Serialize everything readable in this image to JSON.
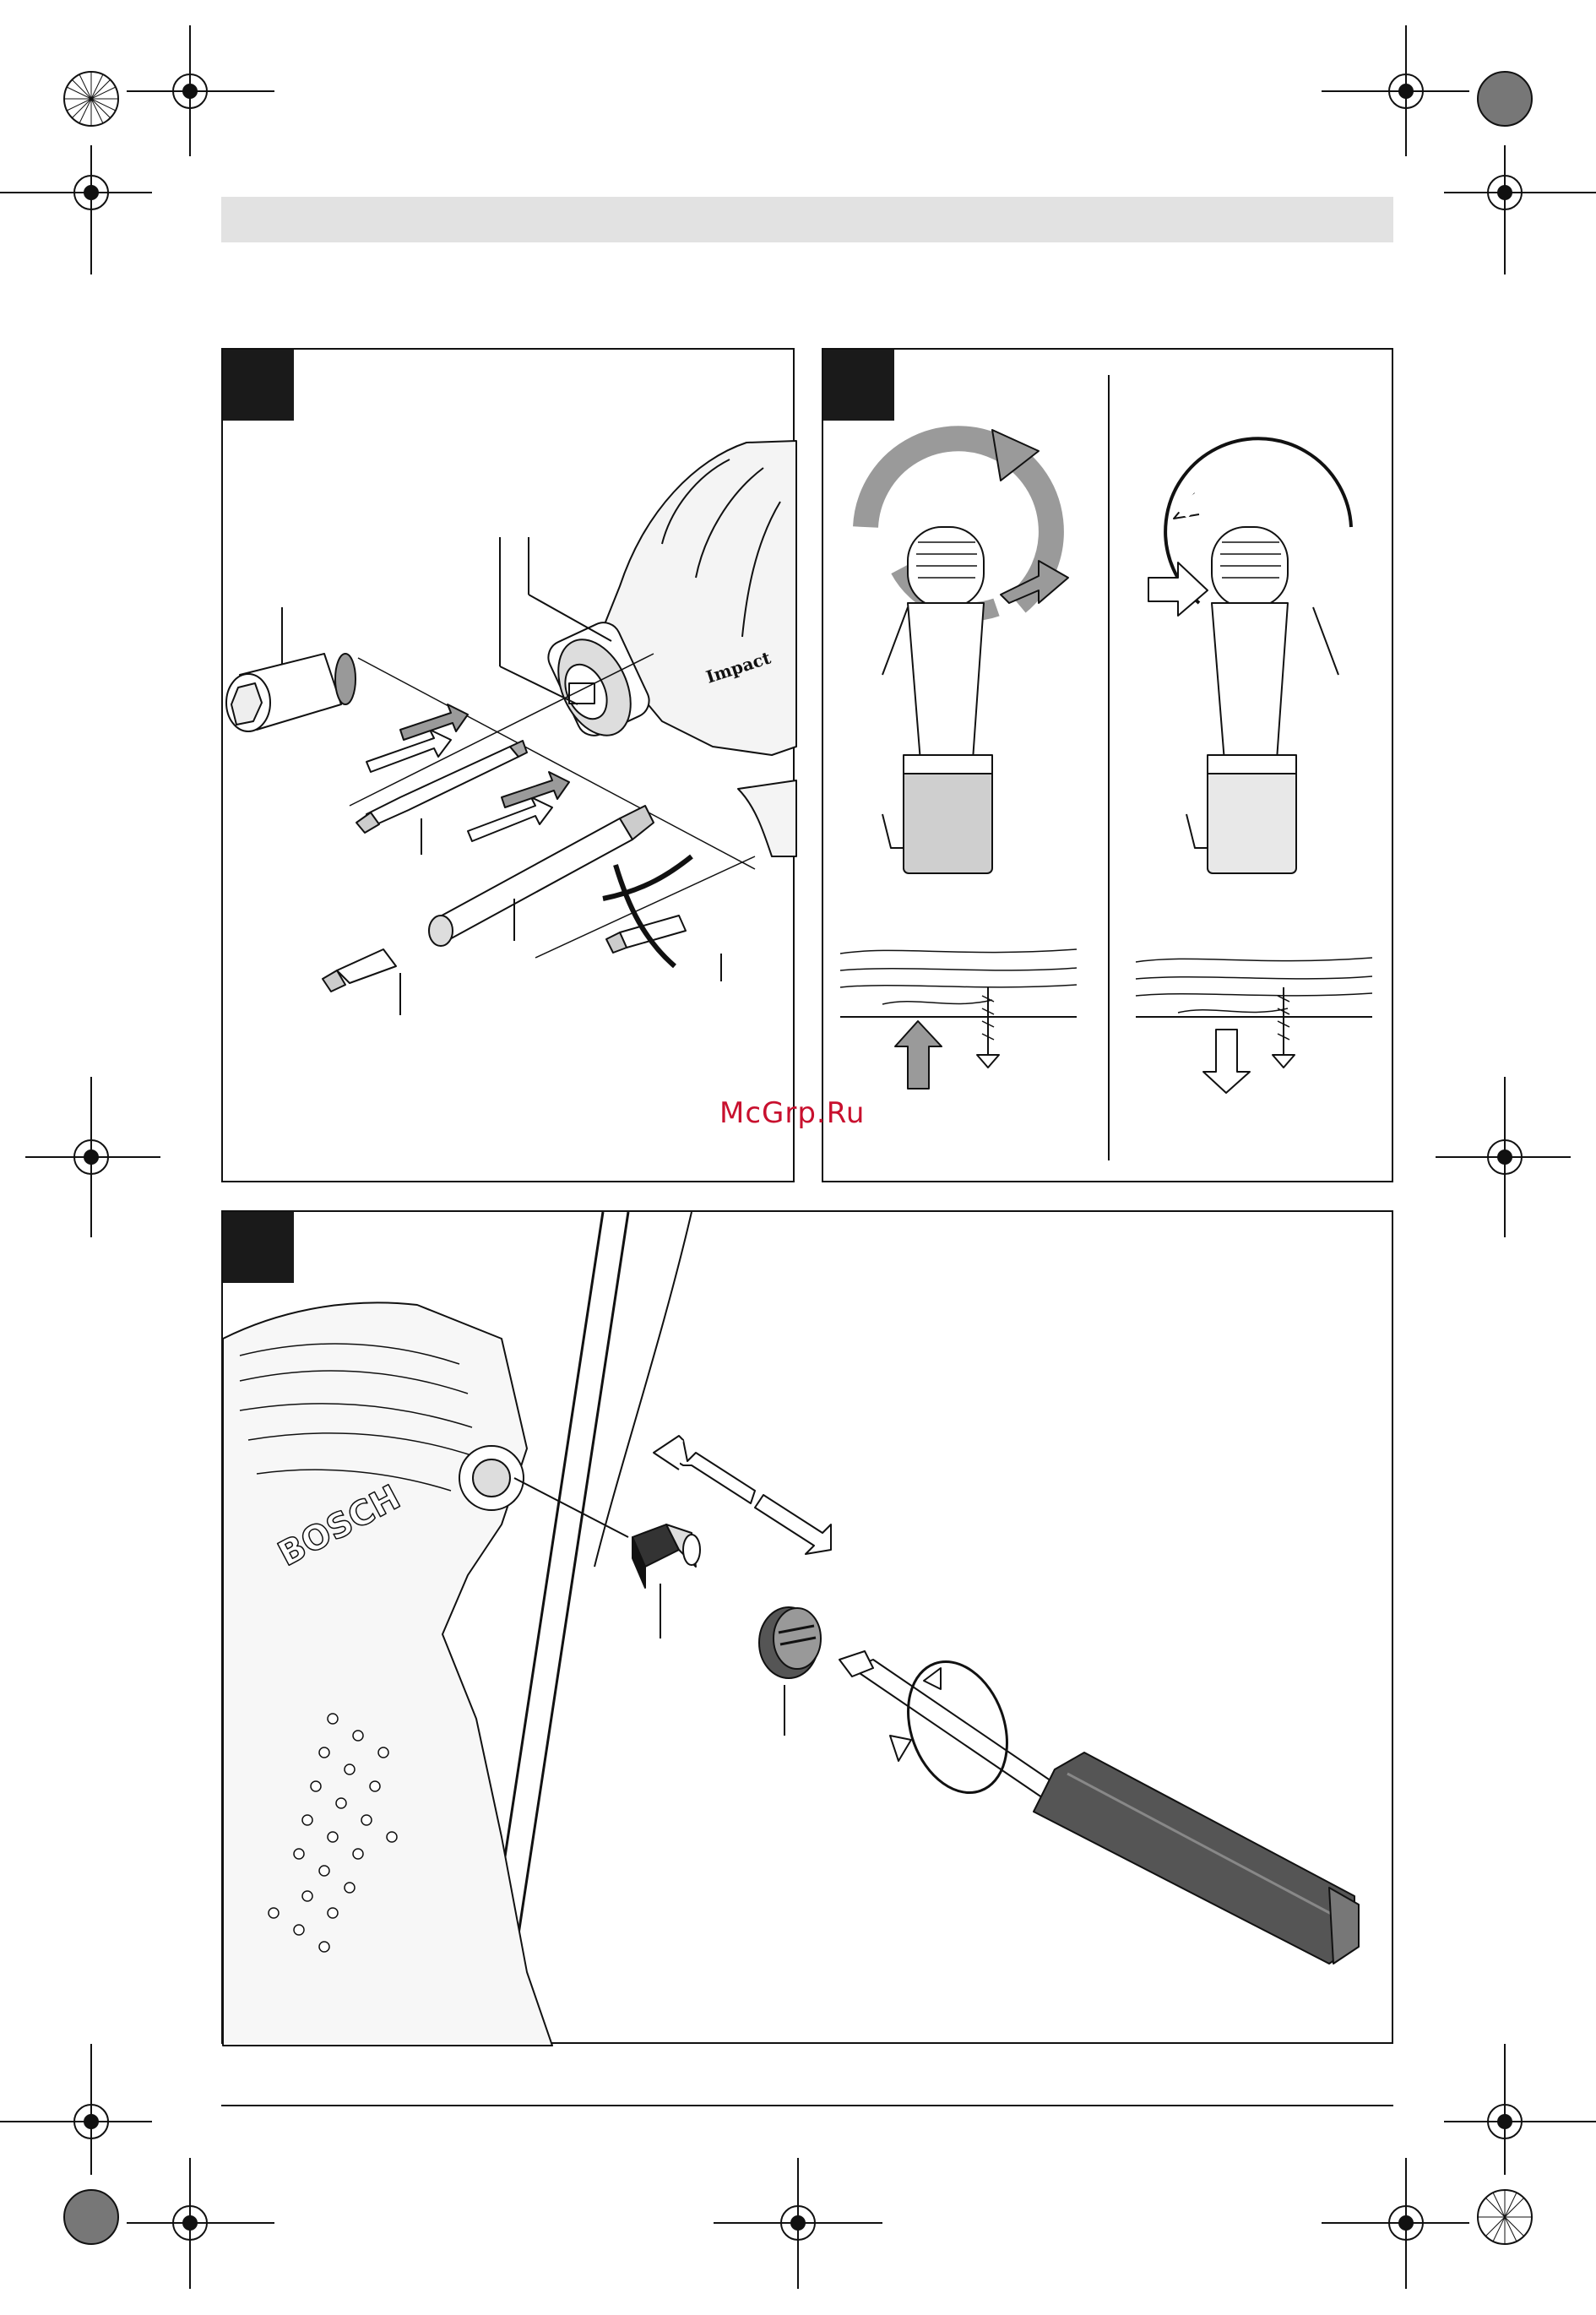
{
  "watermark": {
    "text": "McGrp.Ru",
    "color": "#c8102e"
  },
  "figure_1": {
    "labels": {
      "brand": "Impact"
    },
    "icons": [
      "socket-icon",
      "screwdriver-bit-icon",
      "bit-holder-icon",
      "crossed-out-bit-icon",
      "tool-chuck-icon"
    ]
  },
  "figure_2": {
    "icons": [
      "rotation-clockwise-icon",
      "rotation-counterclockwise-icon",
      "screw-in-icon",
      "screw-out-icon"
    ]
  },
  "figure_3": {
    "labels": {
      "brand": "BOSCH"
    },
    "icons": [
      "carbon-brush-icon",
      "brush-cap-icon",
      "screwdriver-icon",
      "in-out-arrows-icon"
    ]
  },
  "colors": {
    "ink": "#111111",
    "header_gray": "#e2e2e2",
    "panel_tab": "#1a1a1a",
    "fill_gray": "#9a9a9a",
    "light_gray": "#cfcfcf"
  }
}
